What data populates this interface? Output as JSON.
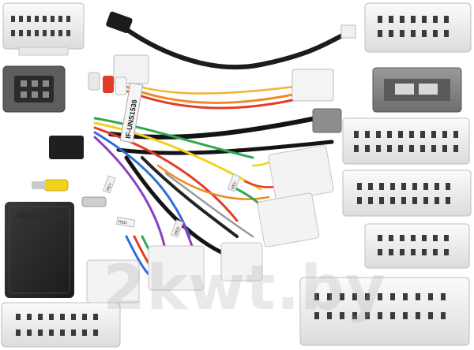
{
  "harness_label": "IF-UNS1536",
  "watermark": "2kwt.by",
  "tags": [
    "REV",
    "REV",
    "RED",
    "RED"
  ]
}
